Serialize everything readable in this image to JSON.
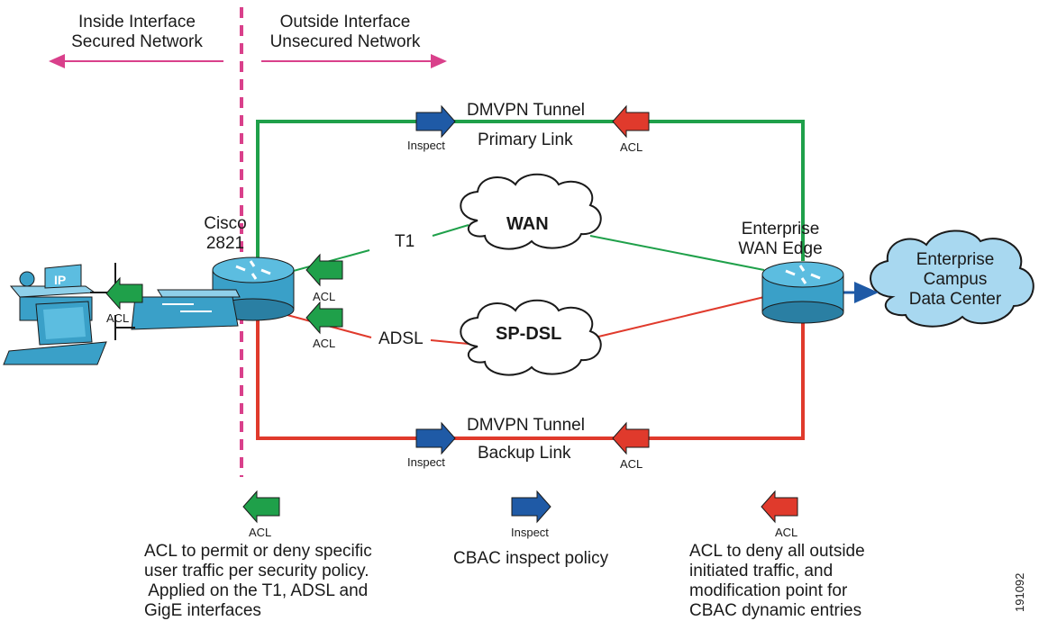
{
  "zones": {
    "inside": {
      "line1": "Inside Interface",
      "line2": "Secured Network"
    },
    "outside": {
      "line1": "Outside Interface",
      "line2": "Unsecured Network"
    }
  },
  "colors": {
    "boundary": "#d9408b",
    "primary_link": "#1fa04a",
    "backup_link": "#e03a2c",
    "inspect_arrow": "#1f5aa6",
    "acl_green": "#1fa04a",
    "acl_red": "#e03a2c",
    "cloud_fill": "#ffffff",
    "campus_fill": "#a8d8f0",
    "device_blue": "#3aa0c8"
  },
  "primary_tunnel": {
    "title": "DMVPN Tunnel",
    "subtitle": "Primary Link",
    "inspect": "Inspect",
    "acl": "ACL"
  },
  "backup_tunnel": {
    "title": "DMVPN Tunnel",
    "subtitle": "Backup Link",
    "inspect": "Inspect",
    "acl": "ACL"
  },
  "branch_router": {
    "line1": "Cisco",
    "line2": "2821",
    "icon": "router-icon"
  },
  "wan_edge": {
    "line1": "Enterprise",
    "line2": "WAN Edge",
    "icon": "router-icon"
  },
  "wan_cloud": {
    "label": "WAN"
  },
  "dsl_cloud": {
    "label": "SP-DSL"
  },
  "campus_cloud": {
    "line1": "Enterprise",
    "line2": "Campus",
    "line3": "Data Center"
  },
  "links": {
    "t1": "T1",
    "adsl": "ADSL",
    "acl_t1": "ACL",
    "acl_adsl": "ACL",
    "acl_switch": "ACL"
  },
  "phone": {
    "badge": "IP",
    "icon": "ip-phone-icon"
  },
  "legend": {
    "acl_green": {
      "caption": "ACL",
      "text": [
        "ACL to permit or deny specific",
        "user traffic per security policy.",
        " Applied on the T1, ADSL and",
        "GigE interfaces"
      ]
    },
    "inspect": {
      "caption": "Inspect",
      "text": [
        "CBAC inspect policy"
      ]
    },
    "acl_red": {
      "caption": "ACL",
      "text": [
        "ACL to deny all outside",
        "initiated traffic, and",
        "modification point for",
        "CBAC dynamic entries"
      ]
    }
  },
  "figure_id": "191092"
}
